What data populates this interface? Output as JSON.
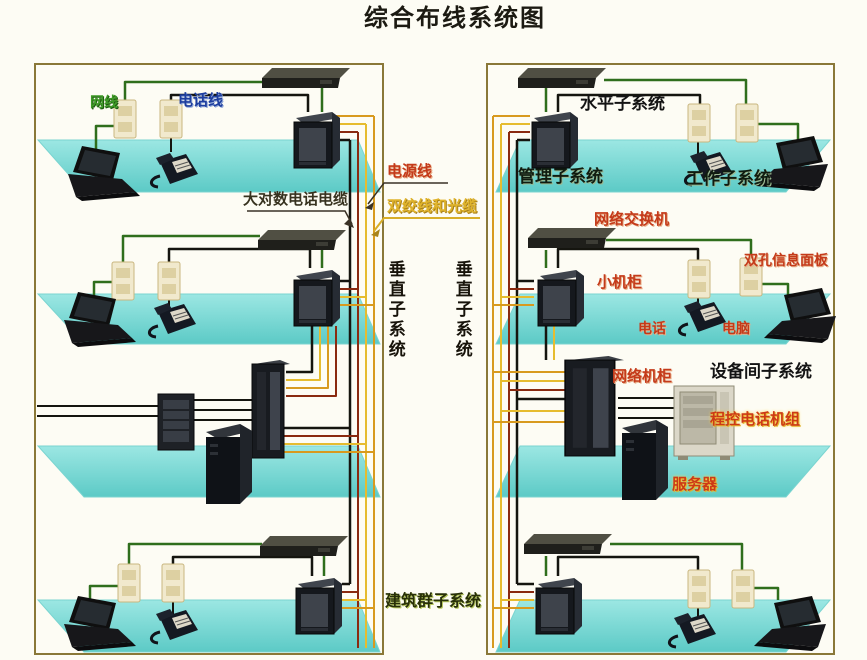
{
  "title": "综合布线系统图",
  "colors": {
    "floor_cyan": "#6fd4d0",
    "frame_olive": "#8a7838",
    "cable_black": "#15150f",
    "cable_red": "#8a2a10",
    "cable_yellow": "#e6bc2f",
    "cable_orange": "#d89a1f",
    "cable_green": "#2f6e1c",
    "label_red": "#c43a1a",
    "label_green": "#3f9a28",
    "label_blue": "#1e3e9e",
    "label_yellow": "#e0b42c"
  },
  "left_building": {
    "floor1": {
      "network_cable_label": "网线",
      "telephone_cable_label": "电话线"
    },
    "vertical_subsystem_label": "垂直子系统"
  },
  "backbone": {
    "telephone_trunk_label": "大对数电话电缆",
    "power_line_label": "电源线",
    "twisted_pair_fiber_label": "双绞线和光缆",
    "campus_subsystem_label": "建筑群子系统"
  },
  "right_building": {
    "vertical_subsystem_label": "垂直子系统",
    "floor1": {
      "horizontal_subsystem_label": "水平子系统",
      "management_subsystem_label": "管理子系统",
      "work_area_subsystem_label": "工作子系统"
    },
    "floor2": {
      "network_switch_label": "网络交换机",
      "small_cabinet_label": "小机柜",
      "dual_port_panel_label": "双孔信息面板",
      "telephone_label": "电话",
      "computer_label": "电脑"
    },
    "floor3": {
      "network_rack_label": "网络机柜",
      "equipment_room_subsystem_label": "设备间子系统",
      "pbx_unit_label": "程控电话机组",
      "server_label": "服务器"
    }
  }
}
